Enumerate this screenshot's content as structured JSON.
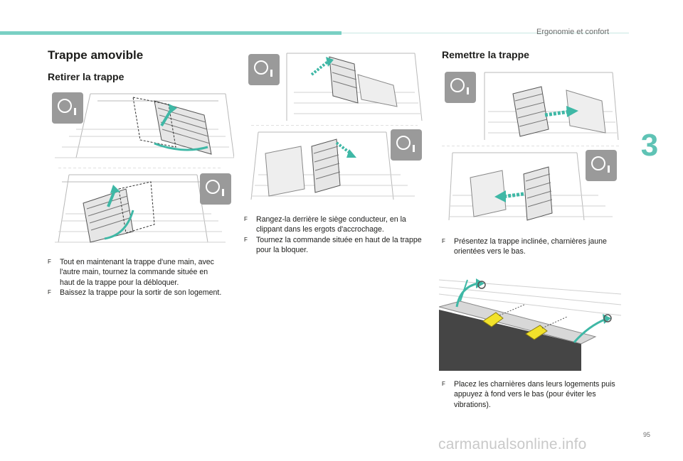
{
  "header": {
    "section_label": "Ergonomie et confort",
    "chapter_number": "3",
    "accent_color": "#7ad0c4"
  },
  "title": "Trappe amovible",
  "left_section": {
    "heading": "Retirer la trappe",
    "steps": [
      "Tout en maintenant la trappe d'une main, avec l'autre main, tournez la commande située en haut de la trappe pour la débloquer.",
      "Baissez la trappe pour la sortir de son logement."
    ]
  },
  "middle_section": {
    "steps": [
      "Rangez-la derrière le siège conducteur, en la clippant dans les ergots d'accrochage.",
      "Tournez la commande située en haut de la trappe pour la bloquer."
    ]
  },
  "right_section": {
    "heading": "Remettre la trappe",
    "steps_a": [
      "Présentez la trappe inclinée, charnières jaune orientées vers le bas."
    ],
    "steps_b": [
      "Placez les charnières dans leurs logements puis appuyez à fond vers le bas (pour éviter les vibrations)."
    ]
  },
  "bullet_glyph": "F",
  "page_number": "95",
  "watermark": "carmanualsonline.info",
  "icons": {
    "steering_wheel": "steering-wheel-icon",
    "arrow_color": "#3fb8a6",
    "hinge_color": "#f2e22b"
  }
}
